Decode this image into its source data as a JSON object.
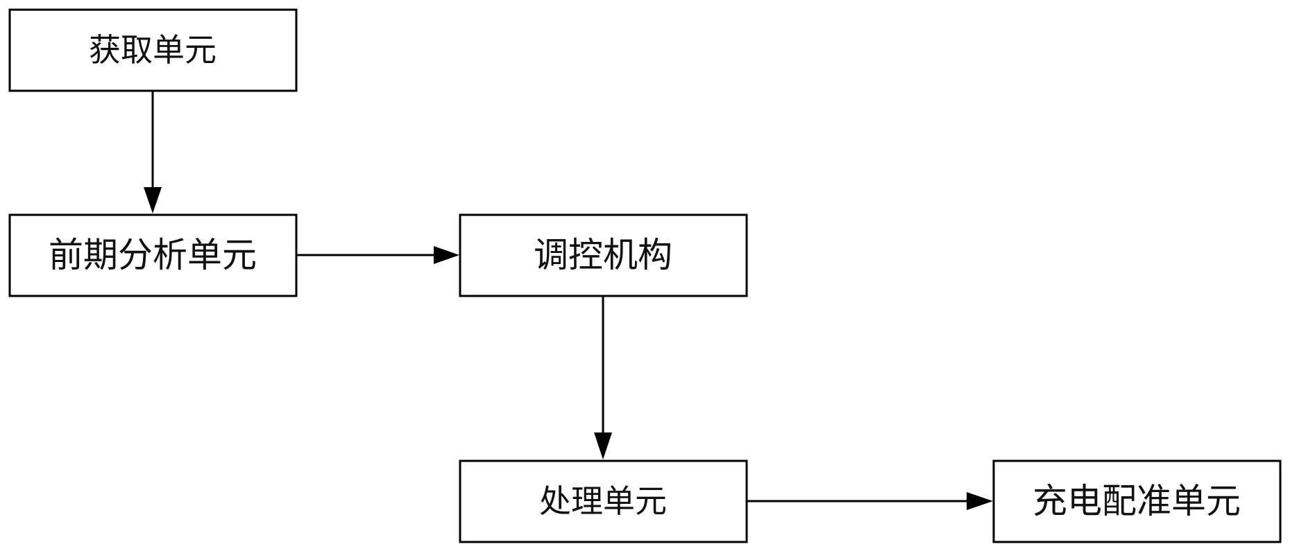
{
  "diagram": {
    "nodes": {
      "acquisition": {
        "label": "获取单元"
      },
      "pre_analysis": {
        "label": "前期分析单元"
      },
      "regulation": {
        "label": "调控机构"
      },
      "processing": {
        "label": "处理单元"
      },
      "charging_alignment": {
        "label": "充电配准单元"
      }
    },
    "edges": [
      {
        "from": "获取单元",
        "to": "前期分析单元"
      },
      {
        "from": "前期分析单元",
        "to": "调控机构"
      },
      {
        "from": "调控机构",
        "to": "处理单元"
      },
      {
        "from": "处理单元",
        "to": "充电配准单元"
      }
    ]
  }
}
